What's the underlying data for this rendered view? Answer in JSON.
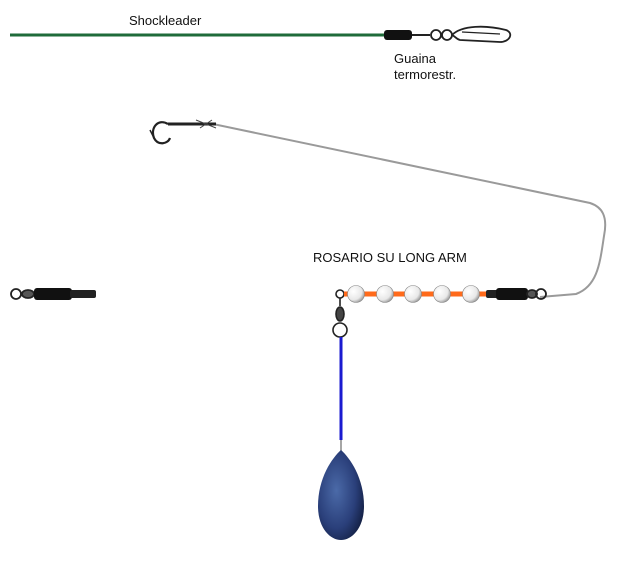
{
  "labels": {
    "shockleader": "Shockleader",
    "sleeve_line1": "Guaina",
    "sleeve_line2": "termorestr.",
    "rig_title": "ROSARIO SU LONG ARM"
  },
  "colors": {
    "shockleader": "#1f6b3a",
    "main_line": "#8a9a3c",
    "hook_link": "#9a9a9a",
    "bead_string": "#ff6a1a",
    "lead_link": "#1a1ad0",
    "sleeve": "#111111",
    "lead": "#2a3f7a",
    "beads": "#f4f4f4"
  },
  "components": {
    "bead_count": 5,
    "icons": [
      "snap-swivel-icon",
      "swivel-icon",
      "hook-icon",
      "lead-weight-icon",
      "bead-icon",
      "shrink-tube-icon"
    ]
  }
}
